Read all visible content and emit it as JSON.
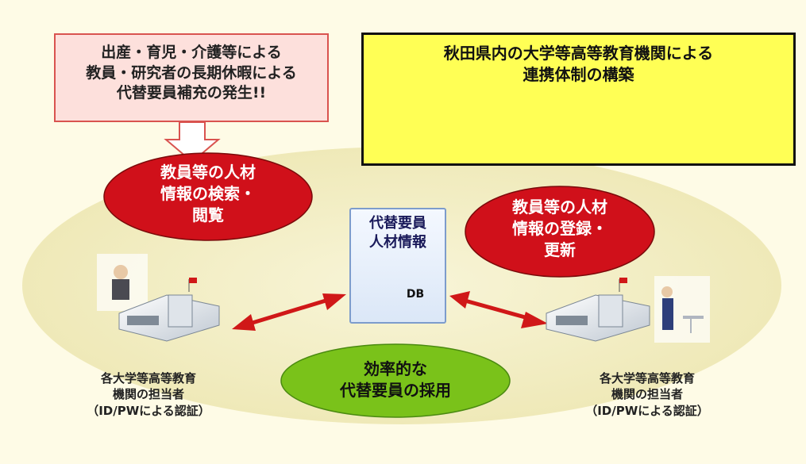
{
  "top_left_box": {
    "lines": [
      "出産・育児・介護等による",
      "教員・研究者の長期休暇による",
      "代替要員補充の発生!!"
    ]
  },
  "top_right_box": {
    "lines": [
      "秋田県内の大学等高等教育機関による",
      "連携体制の構築"
    ]
  },
  "logos": [
    "university-seal-icon",
    "wave-logo-icon",
    "leaf-logo-icon",
    "taka-logo-icon",
    "diamond-crest-icon",
    "triangle-crest-icon"
  ],
  "search_bubble": {
    "lines": [
      "教員等の人材",
      "情報の検索・",
      "閲覧"
    ]
  },
  "register_bubble": {
    "lines": [
      "教員等の人材",
      "情報の登録・",
      "更新"
    ]
  },
  "database": {
    "lines": [
      "代替要員",
      "人材情報"
    ],
    "label": "DB"
  },
  "hiring_bubble": {
    "lines": [
      "効率的な",
      "代替要員の採用"
    ]
  },
  "left_user": {
    "lines": [
      "各大学等高等教育",
      "機関の担当者",
      "（ID/PWによる認証）"
    ]
  },
  "right_user": {
    "lines": [
      "各大学等高等教育",
      "機関の担当者",
      "（ID/PWによる認証）"
    ]
  },
  "colors": {
    "red_bubble": "#d0101a",
    "green_bubble": "#7ac21a",
    "arrow": "#d01818",
    "ellipse": "#f3efc6",
    "coop_box": "#ffff55"
  }
}
